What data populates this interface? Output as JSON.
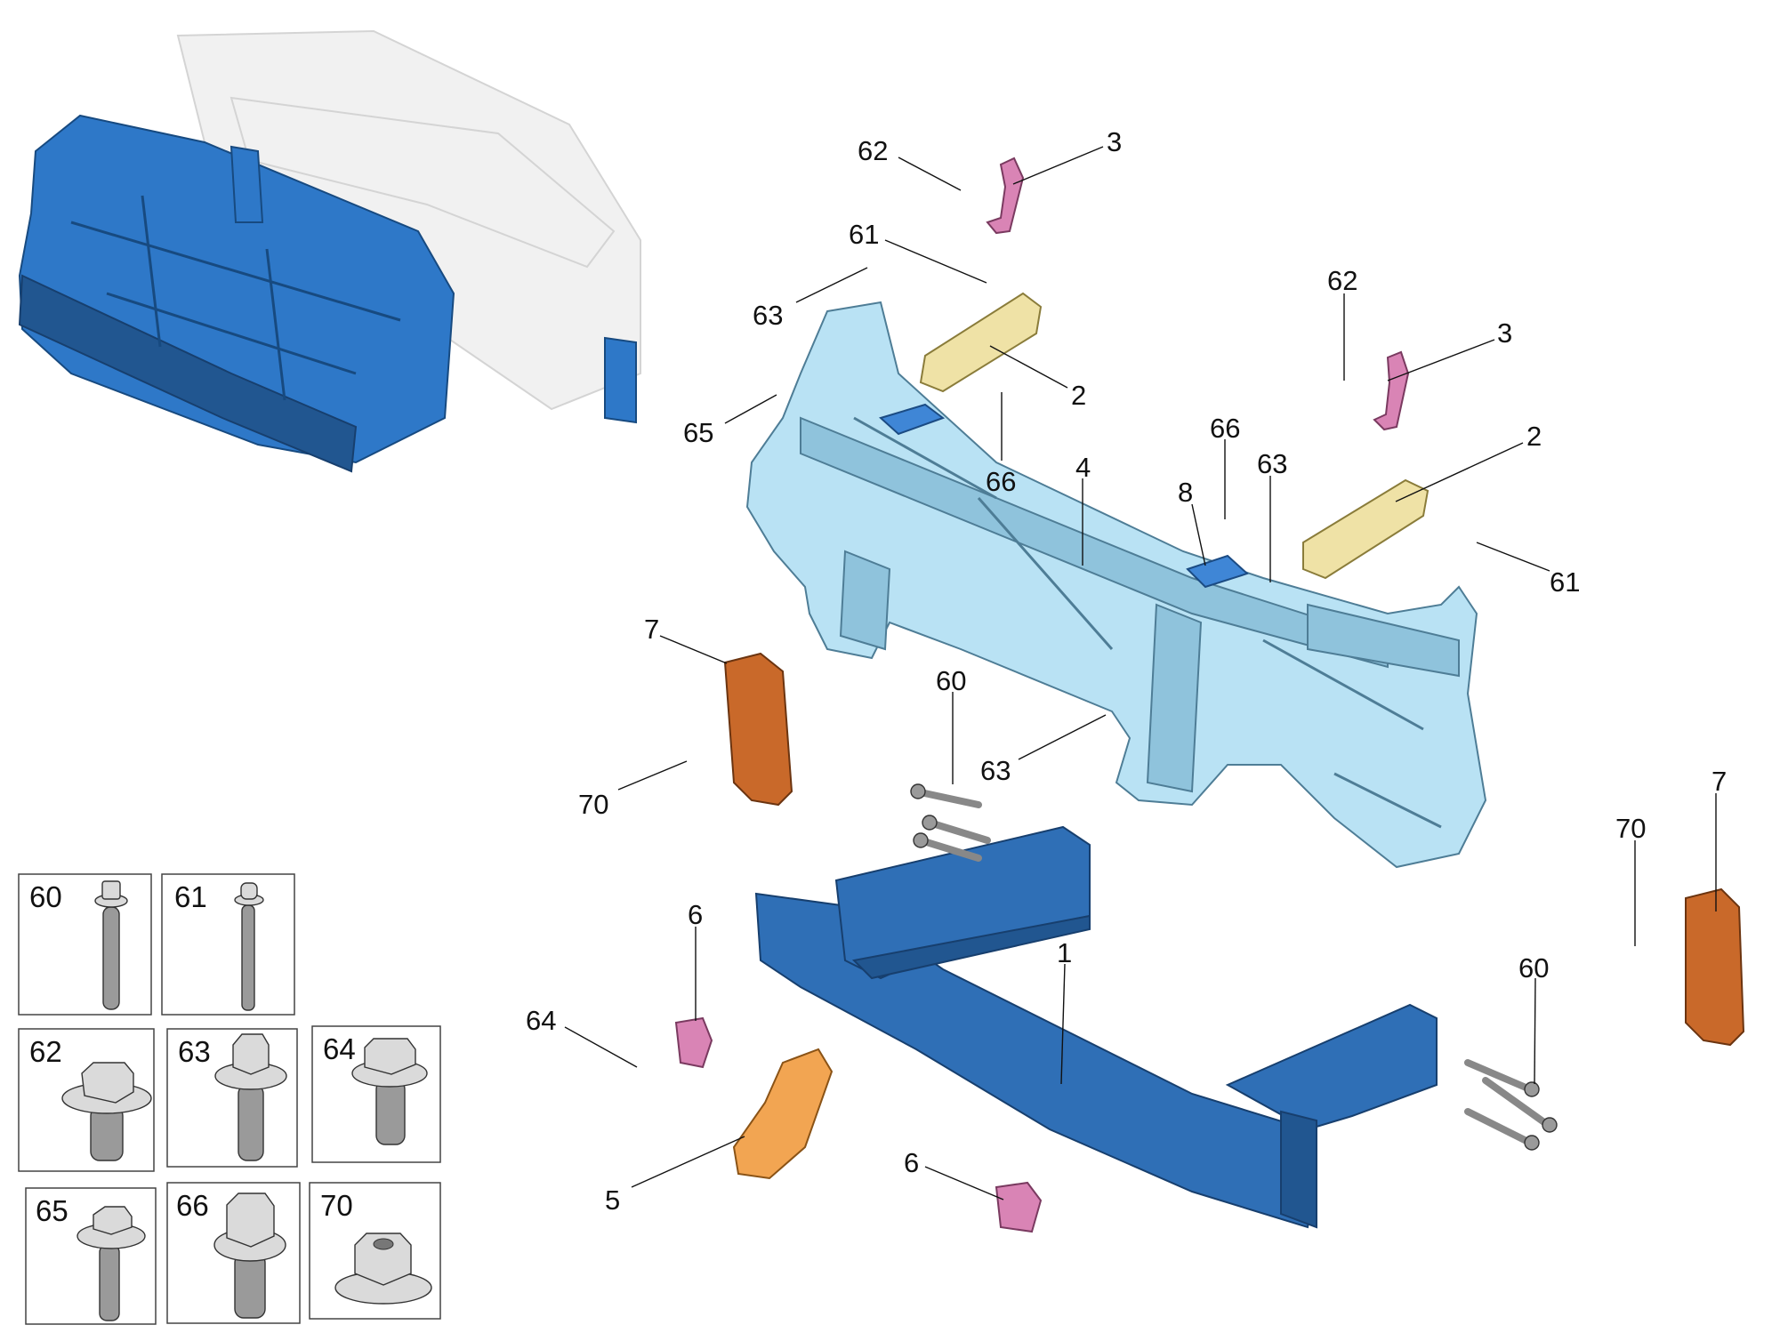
{
  "diagram": {
    "callouts": [
      {
        "id": "c62a",
        "label": "62"
      },
      {
        "id": "c3a",
        "label": "3"
      },
      {
        "id": "c61a",
        "label": "61"
      },
      {
        "id": "c63a",
        "label": "63"
      },
      {
        "id": "c2a",
        "label": "2"
      },
      {
        "id": "c65",
        "label": "65"
      },
      {
        "id": "c66a",
        "label": "66"
      },
      {
        "id": "c62b",
        "label": "62"
      },
      {
        "id": "c3b",
        "label": "3"
      },
      {
        "id": "c2b",
        "label": "2"
      },
      {
        "id": "c66b",
        "label": "66"
      },
      {
        "id": "c63b",
        "label": "63"
      },
      {
        "id": "c8",
        "label": "8"
      },
      {
        "id": "c4",
        "label": "4"
      },
      {
        "id": "c61b",
        "label": "61"
      },
      {
        "id": "c7a",
        "label": "7"
      },
      {
        "id": "c70a",
        "label": "70"
      },
      {
        "id": "c60a",
        "label": "60"
      },
      {
        "id": "c63c",
        "label": "63"
      },
      {
        "id": "c7b",
        "label": "7"
      },
      {
        "id": "c70b",
        "label": "70"
      },
      {
        "id": "c1",
        "label": "1"
      },
      {
        "id": "c6a",
        "label": "6"
      },
      {
        "id": "c64",
        "label": "64"
      },
      {
        "id": "c5",
        "label": "5"
      },
      {
        "id": "c6b",
        "label": "6"
      },
      {
        "id": "c60b",
        "label": "60"
      }
    ],
    "fastener_insets": [
      {
        "label": "60",
        "type": "long-flange-bolt"
      },
      {
        "label": "61",
        "type": "long-thin-bolt"
      },
      {
        "label": "62",
        "type": "washer-bolt"
      },
      {
        "label": "63",
        "type": "washer-bolt"
      },
      {
        "label": "64",
        "type": "short-washer-bolt"
      },
      {
        "label": "65",
        "type": "washer-bolt-stepped"
      },
      {
        "label": "66",
        "type": "flange-bolt"
      },
      {
        "label": "70",
        "type": "washer-nut"
      }
    ]
  }
}
